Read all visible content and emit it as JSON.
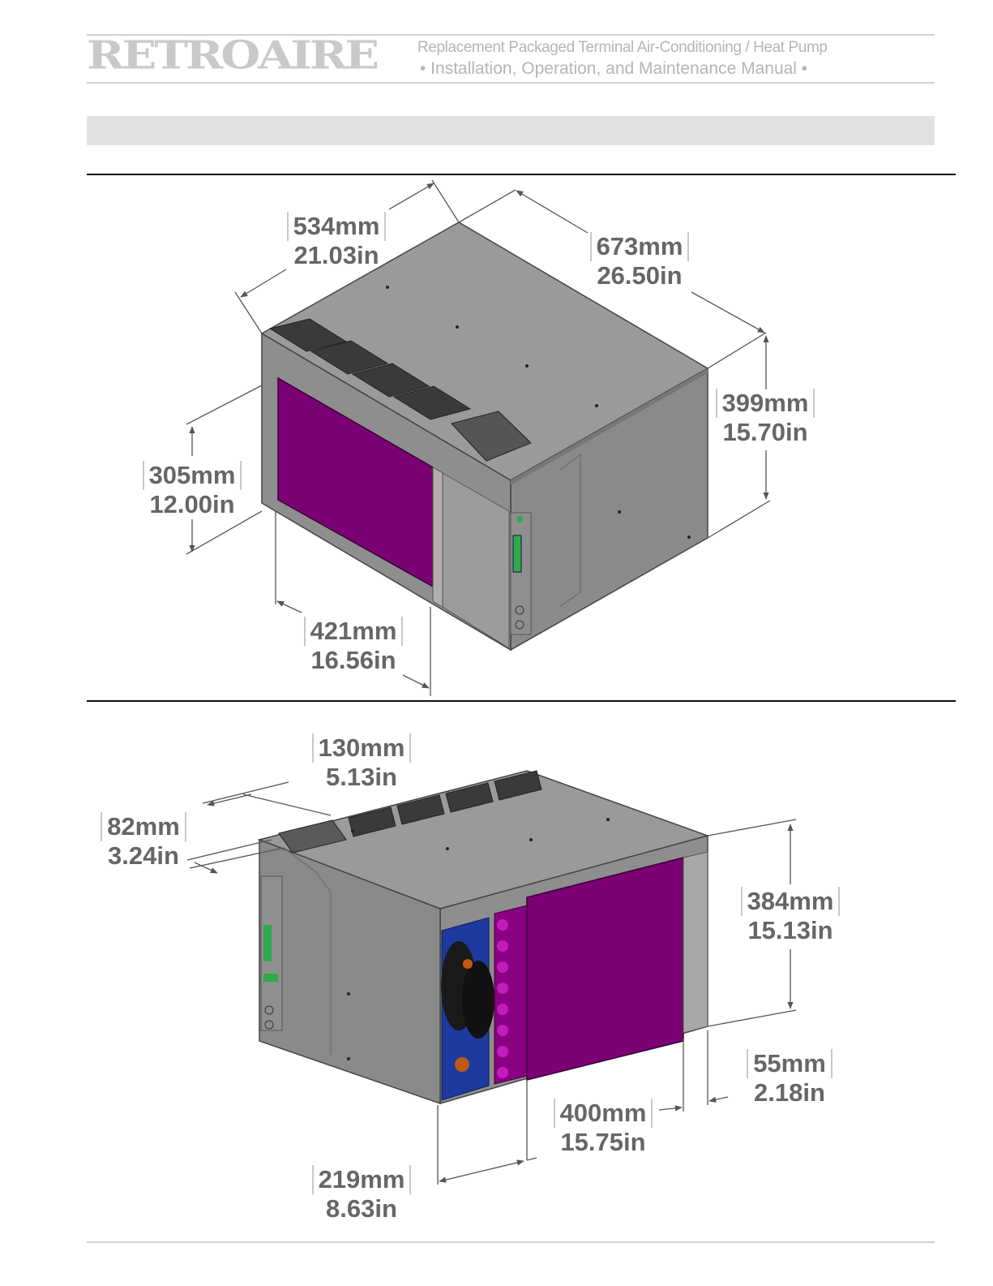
{
  "header": {
    "brand": "RETROAIRE",
    "line1": "Replacement Packaged Terminal Air-Conditioning / Heat Pump",
    "line2": "•  Installation, Operation, and Maintenance Manual •"
  },
  "colors": {
    "panel": "#7a0073",
    "cabinet": "#8c8c8c",
    "cabinet_top": "#9a9a9a",
    "dim_text": "#666666",
    "compressor_bay": "#1c3aa0"
  },
  "figure_top": {
    "dims": [
      {
        "mm": "534mm",
        "in": "21.03in"
      },
      {
        "mm": "673mm",
        "in": "26.50in"
      },
      {
        "mm": "399mm",
        "in": "15.70in"
      },
      {
        "mm": "305mm",
        "in": "12.00in"
      },
      {
        "mm": "421mm",
        "in": "16.56in"
      }
    ]
  },
  "figure_bottom": {
    "dims": [
      {
        "mm": "130mm",
        "in": "5.13in"
      },
      {
        "mm": "82mm",
        "in": "3.24in"
      },
      {
        "mm": "384mm",
        "in": "15.13in"
      },
      {
        "mm": "55mm",
        "in": "2.18in"
      },
      {
        "mm": "400mm",
        "in": "15.75in"
      },
      {
        "mm": "219mm",
        "in": "8.63in"
      }
    ]
  }
}
